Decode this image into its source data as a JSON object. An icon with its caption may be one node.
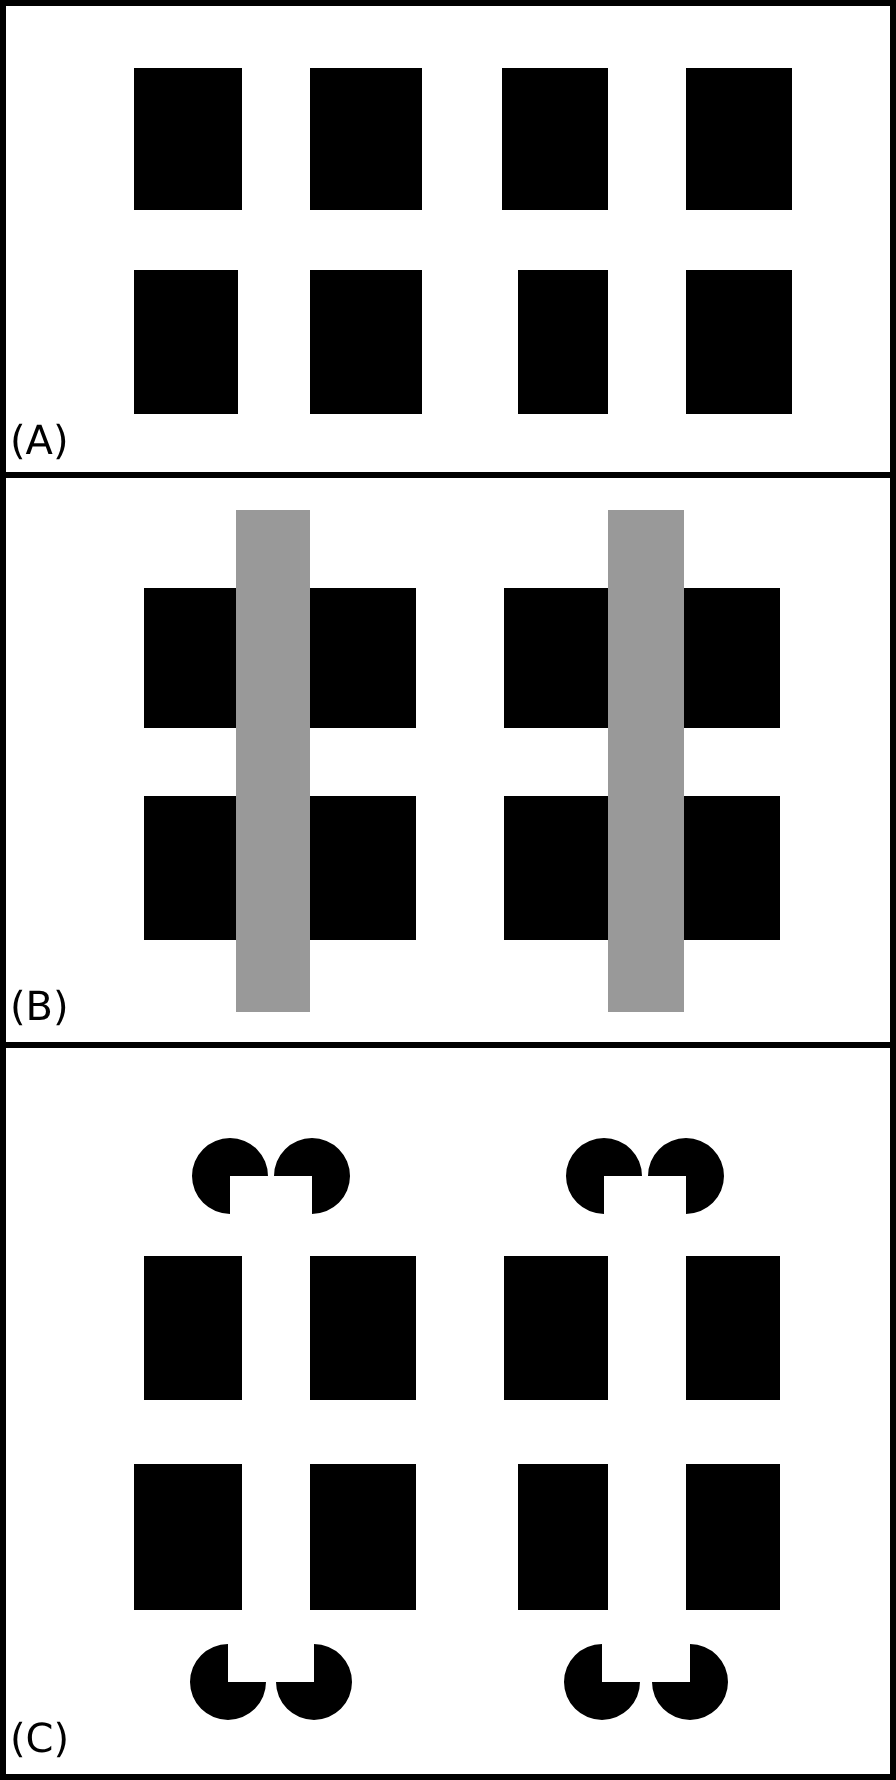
{
  "diagram": {
    "labels": [
      "(A)",
      "(B)",
      "(C)"
    ]
  }
}
